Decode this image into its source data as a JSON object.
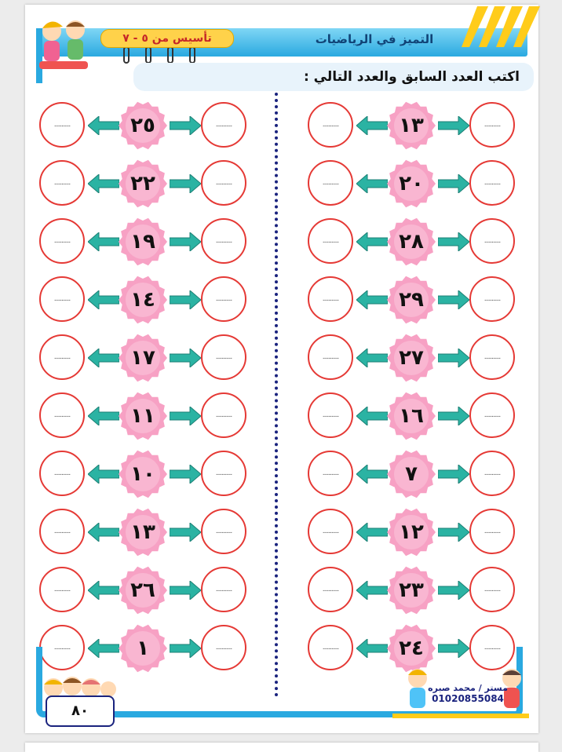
{
  "header": {
    "title": "التميز في الرياضيات",
    "subtitle": "تأسيس من ٥ - ٧"
  },
  "instruction": "اكتب العدد السابق والعدد التالي :",
  "blank_text": "...........",
  "left_numbers": [
    "٢٥",
    "٢٢",
    "١٩",
    "١٤",
    "١٧",
    "١١",
    "١٠",
    "١٣",
    "٢٦",
    "١"
  ],
  "right_numbers": [
    "١٣",
    "٢٠",
    "٢٨",
    "٢٩",
    "٢٧",
    "١٦",
    "٧",
    "١٢",
    "٢٣",
    "٢٤"
  ],
  "teacher": {
    "name": "مستر / محمد صبره",
    "phone": "01020855084"
  },
  "page_number": "٨٠",
  "colors": {
    "frame": "#2aa9e0",
    "flower": "#f7a1c4",
    "blank_border": "#e53935",
    "arrow": "#2bb3a3"
  }
}
